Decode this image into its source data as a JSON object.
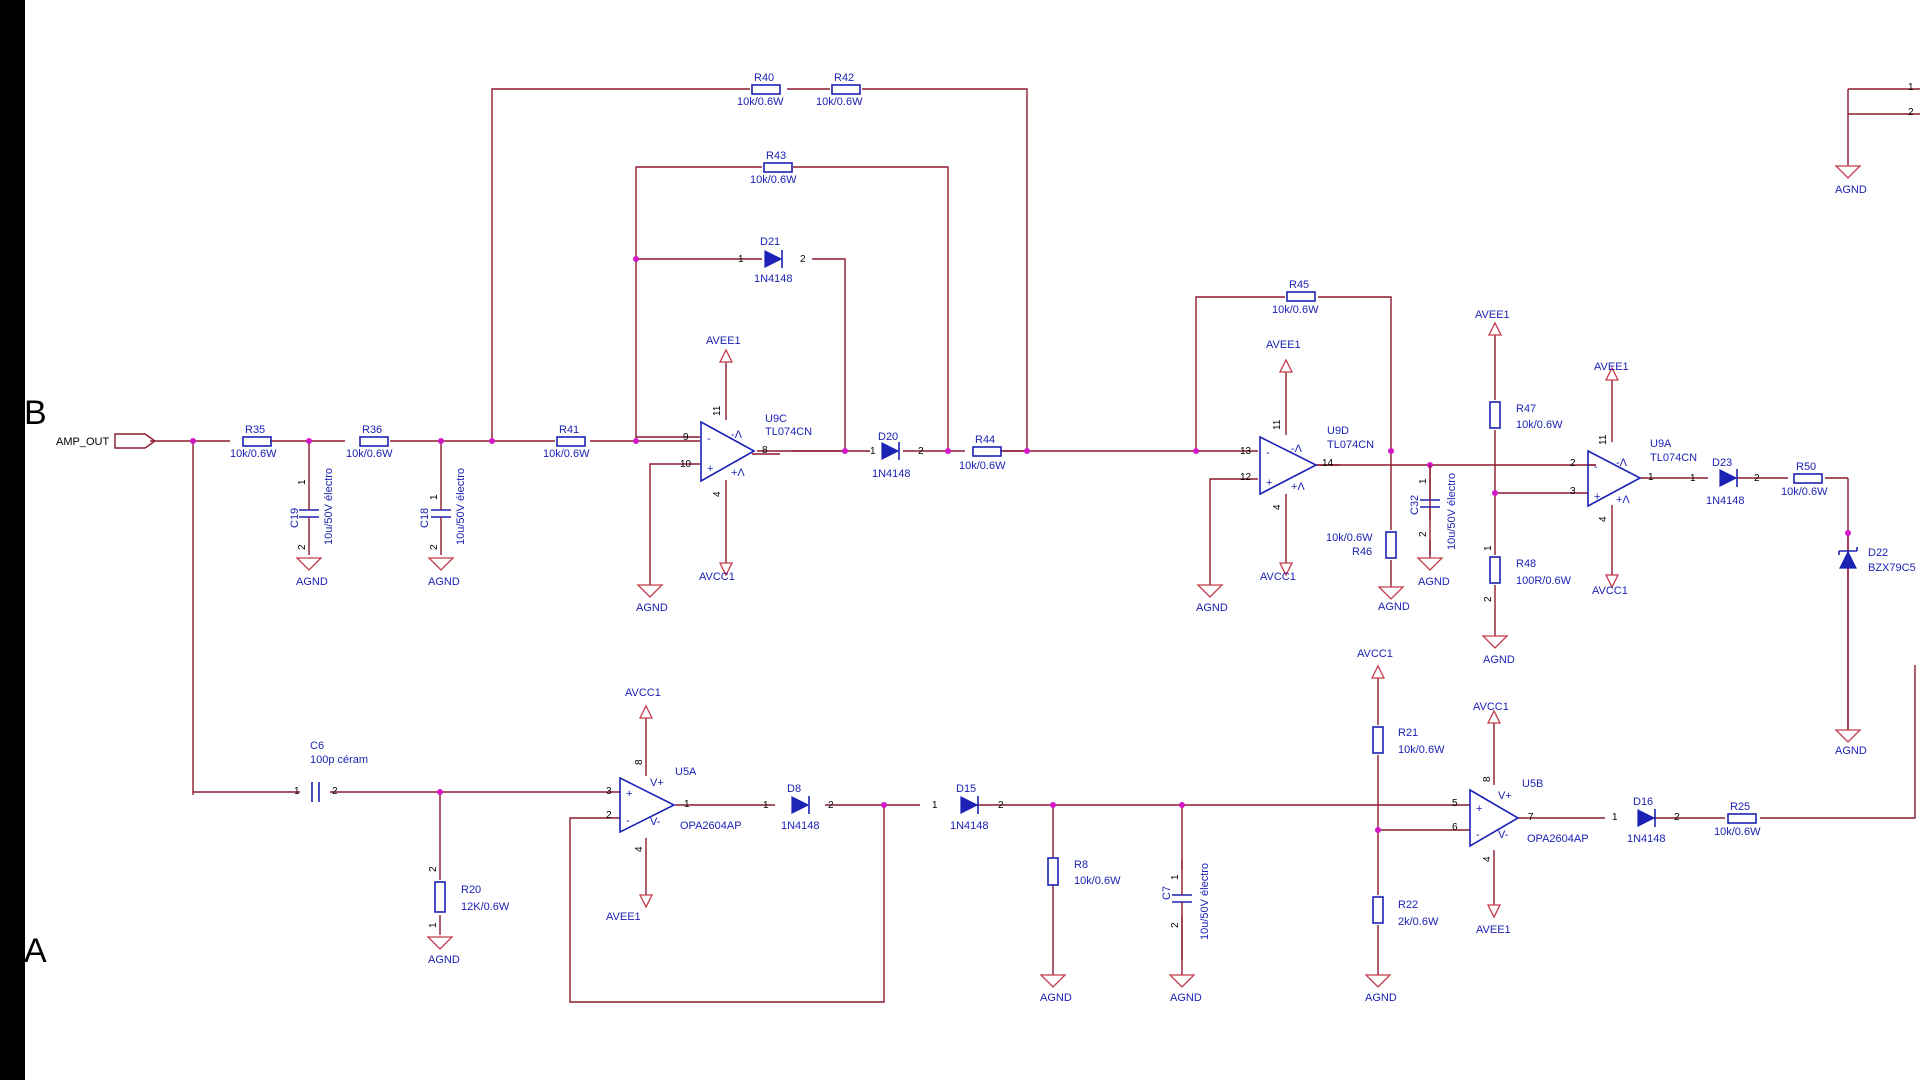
{
  "zones": {
    "b": "B",
    "a": "A"
  },
  "port": {
    "label": "AMP_OUT"
  },
  "grounds": {
    "label": "AGND"
  },
  "power": {
    "neg": "AVEE1",
    "pos": "AVCC1"
  },
  "resistors": {
    "r35": {
      "name": "R35",
      "value": "10k/0.6W"
    },
    "r36": {
      "name": "R36",
      "value": "10k/0.6W"
    },
    "r41": {
      "name": "R41",
      "value": "10k/0.6W"
    },
    "r40": {
      "name": "R40",
      "value": "10k/0.6W"
    },
    "r42": {
      "name": "R42",
      "value": "10k/0.6W"
    },
    "r43": {
      "name": "R43",
      "value": "10k/0.6W"
    },
    "r44": {
      "name": "R44",
      "value": "10k/0.6W"
    },
    "r45": {
      "name": "R45",
      "value": "10k/0.6W"
    },
    "r46": {
      "name": "R46",
      "value": "10k/0.6W"
    },
    "r47": {
      "name": "R47",
      "value": "10k/0.6W"
    },
    "r48": {
      "name": "R48",
      "value": "100R/0.6W"
    },
    "r50": {
      "name": "R50",
      "value": "10k/0.6W"
    },
    "r20": {
      "name": "R20",
      "value": "12K/0.6W"
    },
    "r8": {
      "name": "R8",
      "value": "10k/0.6W"
    },
    "r21": {
      "name": "R21",
      "value": "10k/0.6W"
    },
    "r22": {
      "name": "R22",
      "value": "2k/0.6W"
    },
    "r25": {
      "name": "R25",
      "value": "10k/0.6W"
    }
  },
  "capacitors": {
    "c19": {
      "name": "C19",
      "value": "10u/50V électro"
    },
    "c18": {
      "name": "C18",
      "value": "10u/50V électro"
    },
    "c32": {
      "name": "C32",
      "value": "10u/50V électro"
    },
    "c7": {
      "name": "C7",
      "value": "10u/50V électro"
    },
    "c6": {
      "name": "C6",
      "value": "100p céram"
    }
  },
  "diodes": {
    "d21": {
      "name": "D21",
      "value": "1N4148"
    },
    "d20": {
      "name": "D20",
      "value": "1N4148"
    },
    "d23": {
      "name": "D23",
      "value": "1N4148"
    },
    "d22": {
      "name": "D22",
      "value": "BZX79C5"
    },
    "d8": {
      "name": "D8",
      "value": "1N4148"
    },
    "d15": {
      "name": "D15",
      "value": "1N4148"
    },
    "d16": {
      "name": "D16",
      "value": "1N4148"
    }
  },
  "opamps": {
    "u9c": {
      "name": "U9C",
      "value": "TL074CN"
    },
    "u9d": {
      "name": "U9D",
      "value": "TL074CN"
    },
    "u9a": {
      "name": "U9A",
      "value": "TL074CN"
    },
    "u5a": {
      "name": "U5A",
      "value": "OPA2604AP"
    },
    "u5b": {
      "name": "U5B",
      "value": "OPA2604AP"
    }
  },
  "pins": {
    "n1": "1",
    "n2": "2",
    "n3": "3",
    "n4": "4",
    "n5": "5",
    "n6": "6",
    "n7": "7",
    "n8": "8",
    "n9": "9",
    "n10": "10",
    "n11": "11",
    "n12": "12",
    "n13": "13",
    "n14": "14",
    "minus": "-",
    "plus": "+",
    "vplus": "V+",
    "vminus": "V-",
    "neg_rail": "-Λ",
    "pos_rail": "+Λ"
  }
}
